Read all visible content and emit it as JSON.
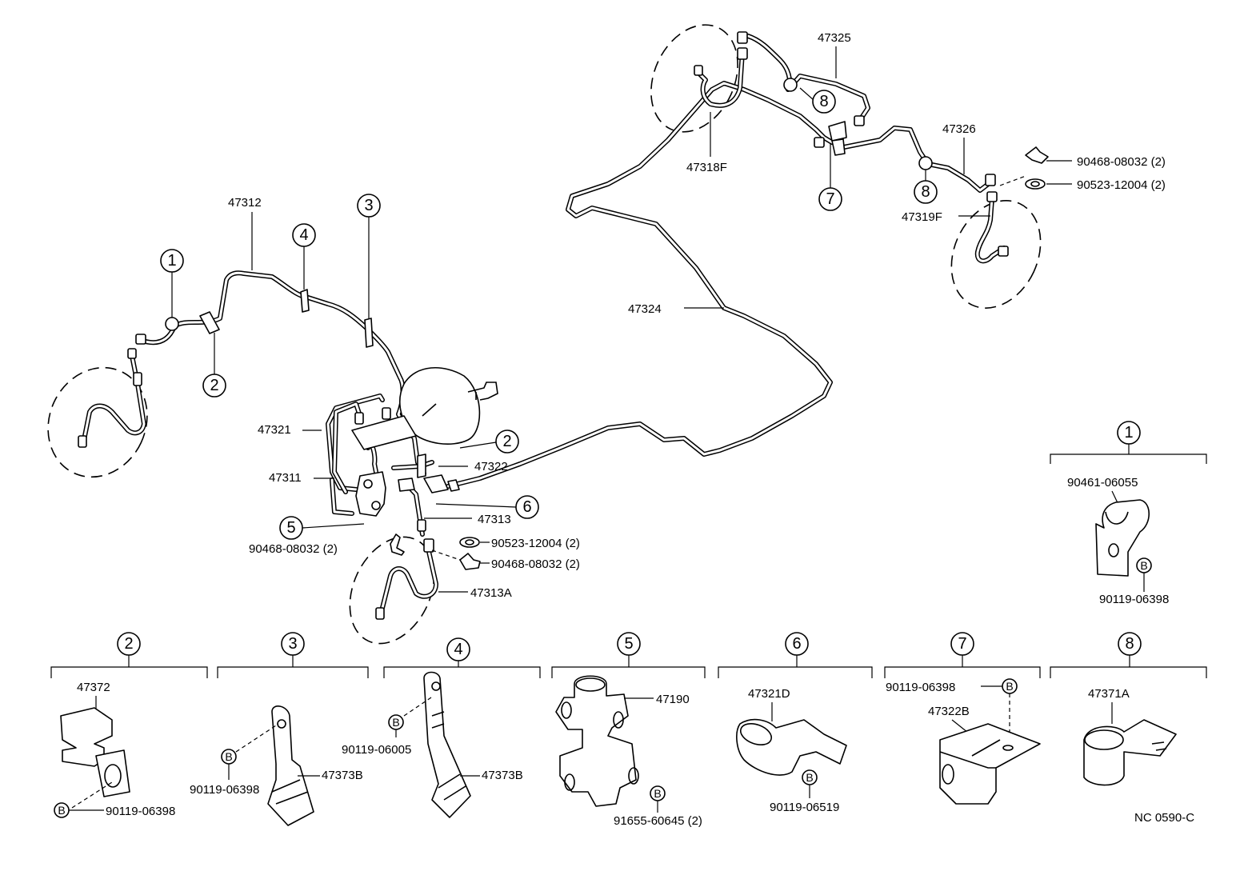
{
  "labels": {
    "p47312": "47312",
    "p47321": "47321",
    "p47311": "47311",
    "p47322": "47322",
    "p47313": "47313",
    "p47313A": "47313A",
    "p47324": "47324",
    "p47325": "47325",
    "p47318F": "47318F",
    "p47326": "47326",
    "p47319F": "47319F",
    "clip_left": "90468-08032 (2)",
    "clip_mid": "90468-08032 (2)",
    "clip_right": "90468-08032 (2)",
    "washer_mid": "90523-12004 (2)",
    "washer_right": "90523-12004 (2)"
  },
  "callouts": {
    "c1": "1",
    "c2": "2",
    "c3": "3",
    "c4": "4",
    "c5": "5",
    "c6": "6",
    "c7": "7",
    "c8": "8"
  },
  "detail_1": {
    "num": "1",
    "part": "90461-06055",
    "bolt": "B",
    "bolt_part": "90119-06398"
  },
  "detail_2": {
    "num": "2",
    "part": "47372",
    "bolt": "B",
    "bolt_part": "90119-06398"
  },
  "detail_3": {
    "num": "3",
    "part": "47373B",
    "bolt": "B",
    "bolt_part": "90119-06398"
  },
  "detail_4": {
    "num": "4",
    "part": "47373B",
    "bolt": "B",
    "bolt_part": "90119-06005"
  },
  "detail_5": {
    "num": "5",
    "part": "47190",
    "bolt": "B",
    "bolt_part": "91655-60645 (2)"
  },
  "detail_6": {
    "num": "6",
    "part": "47321D",
    "bolt": "B",
    "bolt_part": "90119-06519"
  },
  "detail_7": {
    "num": "7",
    "part": "47322B",
    "bolt": "B",
    "bolt_part": "90119-06398"
  },
  "detail_8": {
    "num": "8",
    "part": "47371A"
  },
  "footer": {
    "code": "NC  0590-C"
  }
}
